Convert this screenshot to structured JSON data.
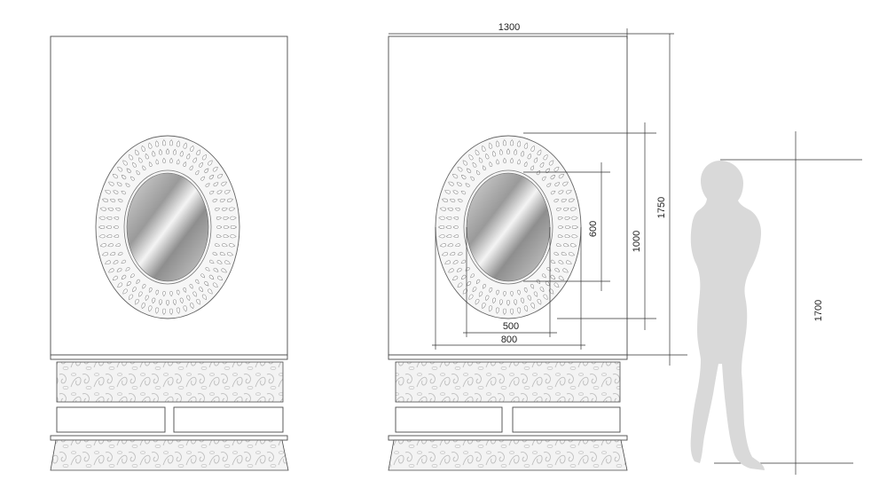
{
  "dimensions": {
    "width_total": "1300",
    "height_cabinet": "1750",
    "height_mirror_zone": "1000",
    "mirror_inner": "600",
    "mirror_inner_width": "500",
    "mirror_outer_width": "800",
    "person_height": "1700"
  },
  "colors": {
    "line": "#4a4a4a",
    "dim_line": "#333333",
    "silhouette": "#d9d9d9",
    "pattern": "#bdbdbd"
  }
}
